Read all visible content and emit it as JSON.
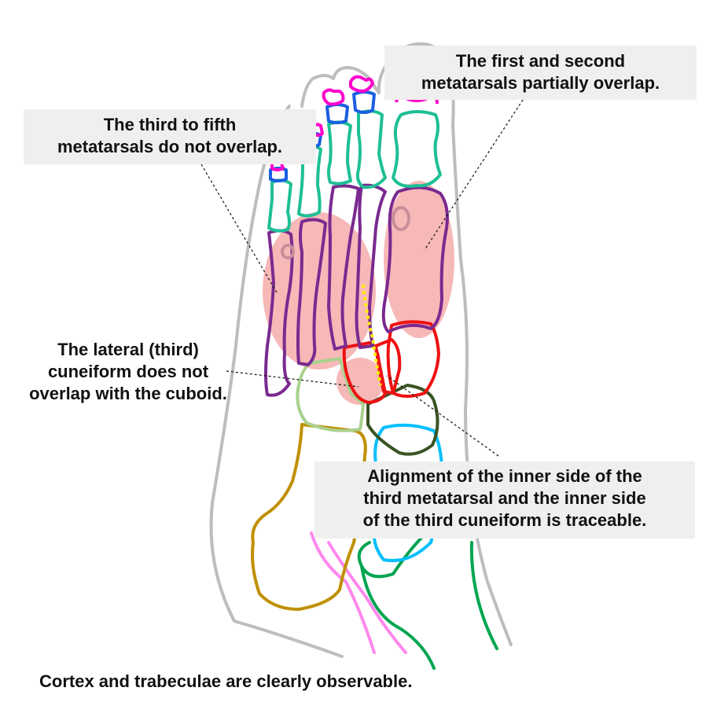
{
  "callouts": {
    "first_second": {
      "line1": "The first and second",
      "line2": "metatarsals partially overlap."
    },
    "third_fifth": {
      "line1": "The third to fifth",
      "line2": "metatarsals do not overlap."
    },
    "lateral_cuneiform": {
      "line1": "The lateral (third)",
      "line2": "cuneiform does not",
      "line3": "overlap with the cuboid."
    },
    "alignment": {
      "line1": "Alignment of the inner side of the",
      "line2": "third metatarsal and the inner side",
      "line3": "of the third cuneiform is traceable."
    }
  },
  "footer": {
    "note": "Cortex and trabeculae are clearly observable."
  },
  "colors": {
    "foot_outline": "#bdbdbd",
    "distal_phalanx": "#ff00cc",
    "middle_phalanx": "#1a5fe0",
    "proximal_phalanx": "#1fbf95",
    "metatarsal": "#7a2a8f",
    "sesamoid": "#c78f9a",
    "cuneiform": "#ee1111",
    "cuboid": "#a9d18e",
    "navicular": "#3b5323",
    "talus": "#00bfff",
    "calcaneus": "#bf9000",
    "tibia": "#00a550",
    "fibula": "#ff88ee",
    "overlap_highlight": "#f4a0a0",
    "alignment_line": "#ffee00",
    "callout_background": "#efefef"
  }
}
